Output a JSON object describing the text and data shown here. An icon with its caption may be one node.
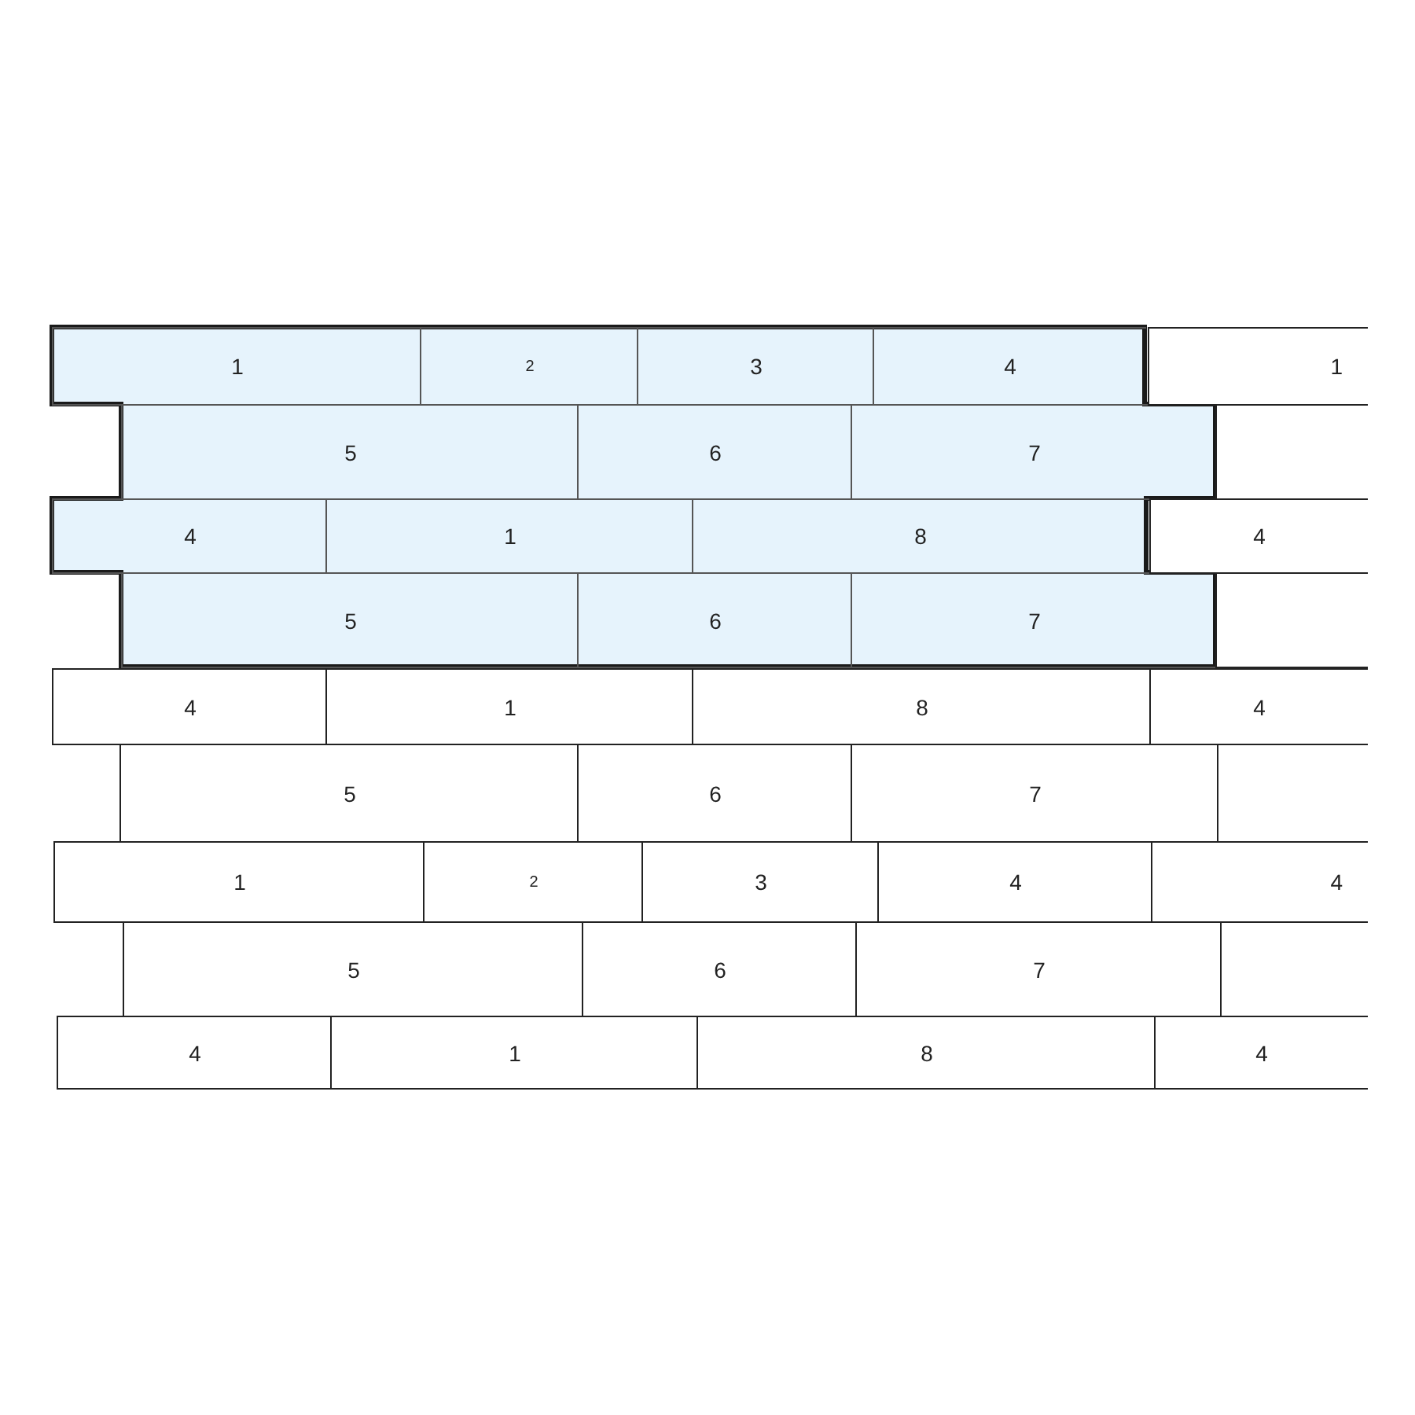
{
  "diagram": {
    "nodes": [
      {
        "text": [],
        "shape": "box"
      },
      {
        "text": [
          "1"
        ],
        "in": 0
      },
      {
        "text": [
          "2"
        ],
        "in": 0
      },
      {
        "text": [
          "3"
        ],
        "in": 0
      },
      {
        "text": [
          "4"
        ],
        "in": 0
      },
      {
        "text": [
          "1"
        ]
      },
      {
        "text": [
          "5"
        ],
        "in": 0
      },
      {
        "text": [
          "6"
        ],
        "in": 0
      },
      {
        "text": [
          "7"
        ],
        "in": 0
      },
      {
        "text": [],
        "shape": "box"
      },
      {
        "text": [
          "4"
        ],
        "in": 0
      },
      {
        "text": [
          "1"
        ],
        "in": 0
      },
      {
        "text": [
          "8"
        ],
        "in": 0
      },
      {
        "text": [
          "4"
        ]
      },
      {
        "text": [
          "5"
        ],
        "in": 0
      },
      {
        "text": [
          "6"
        ],
        "in": 0
      },
      {
        "text": [
          "7"
        ],
        "in": 0
      },
      {
        "text": [],
        "shape": "box"
      },
      {
        "text": [
          "4"
        ]
      },
      {
        "text": [
          "1"
        ]
      },
      {
        "text": [
          "8"
        ]
      },
      {
        "text": [
          "4"
        ]
      },
      {
        "text": [
          "5"
        ]
      },
      {
        "text": [
          "6"
        ]
      },
      {
        "text": [
          "7"
        ]
      },
      {
        "text": [],
        "shape": "box"
      },
      {
        "text": [
          "1"
        ]
      },
      {
        "text": [
          "2"
        ]
      },
      {
        "text": [
          "3"
        ]
      },
      {
        "text": [
          "4"
        ]
      },
      {
        "text": [
          "4"
        ]
      },
      {
        "text": [
          "5"
        ]
      },
      {
        "text": [
          "6"
        ]
      },
      {
        "text": [
          "7"
        ]
      },
      {
        "text": [],
        "shape": "box"
      },
      {
        "text": [
          "4"
        ]
      },
      {
        "text": [
          "1"
        ]
      },
      {
        "text": [
          "8"
        ]
      },
      {
        "text": [
          "4"
        ]
      }
    ]
  }
}
